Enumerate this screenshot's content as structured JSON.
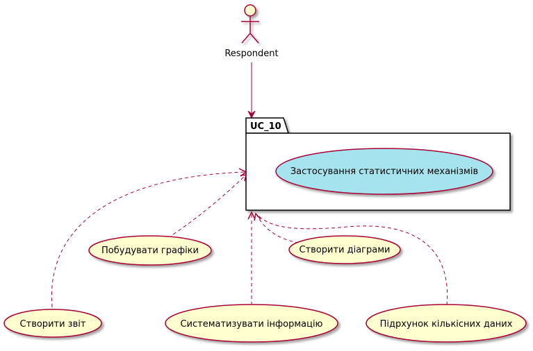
{
  "actor": {
    "name": "Respondent"
  },
  "package": {
    "title": "UC_10",
    "inner_use_case": "Застосування статистичних механізмів"
  },
  "use_cases": {
    "build_graphs": "Побудувати графіки",
    "create_diagrams": "Створити діаграми",
    "create_report": "Створити звіт",
    "systematize_info": "Систематизувати інформацію",
    "count_data": "Підрхунок кількісних даних"
  },
  "colors": {
    "border": "#A80036",
    "use_case_fill": "#FEFECE",
    "highlight_fill": "#A5E3EE",
    "package_fill": "#ffffff"
  }
}
